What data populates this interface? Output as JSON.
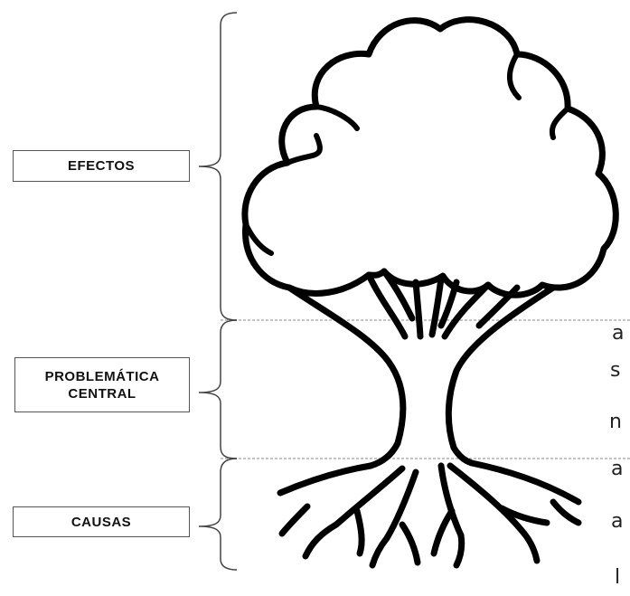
{
  "labels": {
    "efectos": "EFECTOS",
    "problematica_line1": "PROBLEMÁTICA",
    "problematica_line2": "CENTRAL",
    "causas": "CAUSAS"
  },
  "background_fragments": [
    "a",
    "s",
    "n",
    "a",
    "a",
    "l"
  ],
  "colors": {
    "outline": "#000000",
    "box_border": "#555555",
    "divider": "#888888",
    "text": "#111111"
  }
}
